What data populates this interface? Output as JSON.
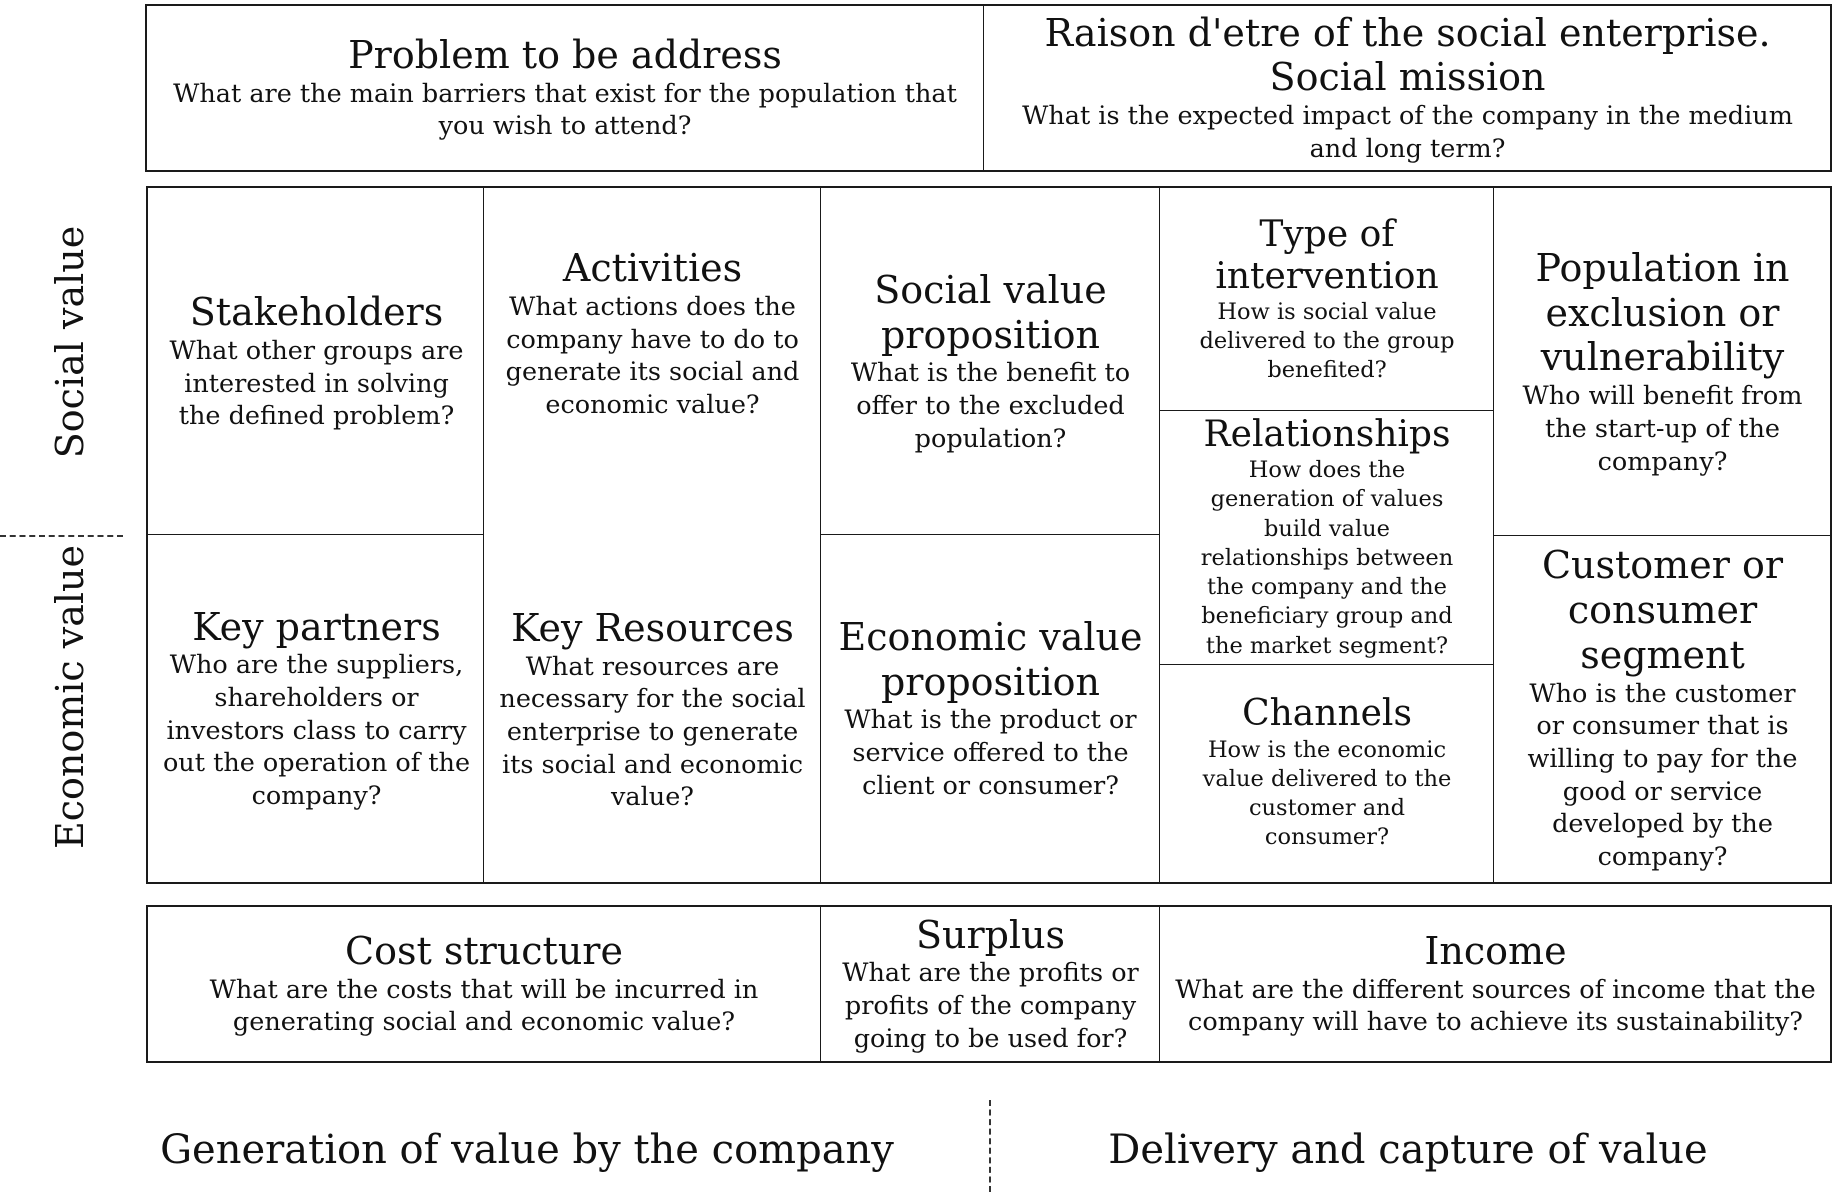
{
  "header": {
    "problem": {
      "title": "Problem to be address",
      "question": "What are the main barriers that exist for the population that you wish to attend?"
    },
    "mission": {
      "title_line1": "Raison d'etre of the social enterprise.",
      "title_line2": "Social mission",
      "question": "What is the expected impact of the company in the medium and long term?"
    }
  },
  "side_labels": {
    "social": "Social value",
    "economic": "Economic value"
  },
  "canvas": {
    "stakeholders": {
      "title": "Stakeholders",
      "question": "What other groups are interested in solving the defined problem?"
    },
    "activities": {
      "title": "Activities",
      "question": "What actions does the company have to do to generate its social and economic value?"
    },
    "social_value_proposition": {
      "title": "Social value proposition",
      "question": "What is the benefit to offer to the excluded population?"
    },
    "type_of_intervention": {
      "title": "Type of intervention",
      "question": "How is social value delivered to the group benefited?"
    },
    "population": {
      "title": "Population in exclusion or vulnerability",
      "question": "Who will benefit from the start-up of the company?"
    },
    "relationships": {
      "title": "Relationships",
      "question": "How does the generation of values build value relationships between the company and the beneficiary group and the market segment?"
    },
    "key_partners": {
      "title": "Key partners",
      "question": "Who are the suppliers, shareholders or investors class to carry out the operation of the company?"
    },
    "key_resources": {
      "title": "Key Resources",
      "question": "What resources are necessary for the social enterprise to generate its social and economic value?"
    },
    "economic_value_proposition": {
      "title": "Economic value proposition",
      "question": "What is the product or service offered to the client or consumer?"
    },
    "channels": {
      "title": "Channels",
      "question": "How is the economic value delivered to the customer and consumer?"
    },
    "customer_segment": {
      "title": "Customer or consumer segment",
      "question": "Who is the customer or consumer that is willing to pay for the good or service developed by the company?"
    }
  },
  "financials": {
    "cost_structure": {
      "title": "Cost structure",
      "question": "What are the costs that will be incurred in generating social and economic value?"
    },
    "surplus": {
      "title": "Surplus",
      "question": "What are the profits or profits of the company going to be used for?"
    },
    "income": {
      "title": "Income",
      "question": "What are the different sources of income that the company will have to achieve its sustainability?"
    }
  },
  "footer": {
    "generation": "Generation of value by the company",
    "delivery": "Delivery and capture of value"
  }
}
